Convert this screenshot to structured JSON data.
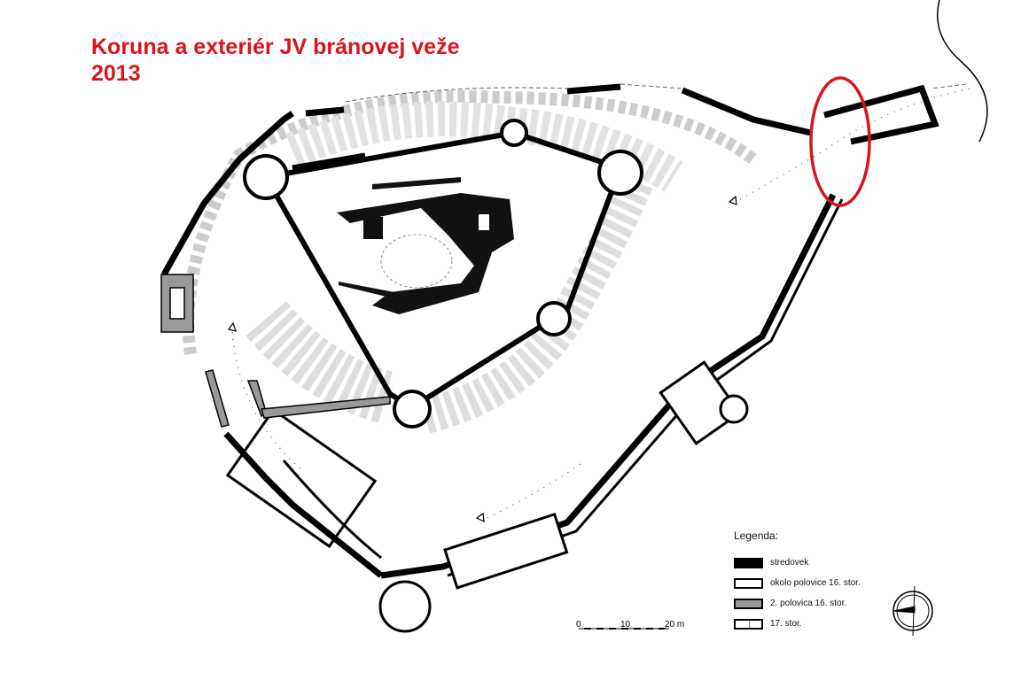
{
  "title": {
    "line1": "Koruna a exteriér JV bránovej veže",
    "line2": "2013"
  },
  "legend": {
    "heading": "Legenda:",
    "items": [
      {
        "label": "stredovek",
        "style": "black"
      },
      {
        "label": "okolo polovice 16. stor.",
        "style": "white"
      },
      {
        "label": "2. polovica 16. stor.",
        "style": "gray"
      },
      {
        "label": "17. stor.",
        "style": "split"
      }
    ]
  },
  "scale": {
    "ticks": [
      "0",
      "10",
      "20 m"
    ]
  },
  "colors": {
    "highlight": "#d8141c",
    "wall": "#000000",
    "later_wall": "#999999"
  }
}
